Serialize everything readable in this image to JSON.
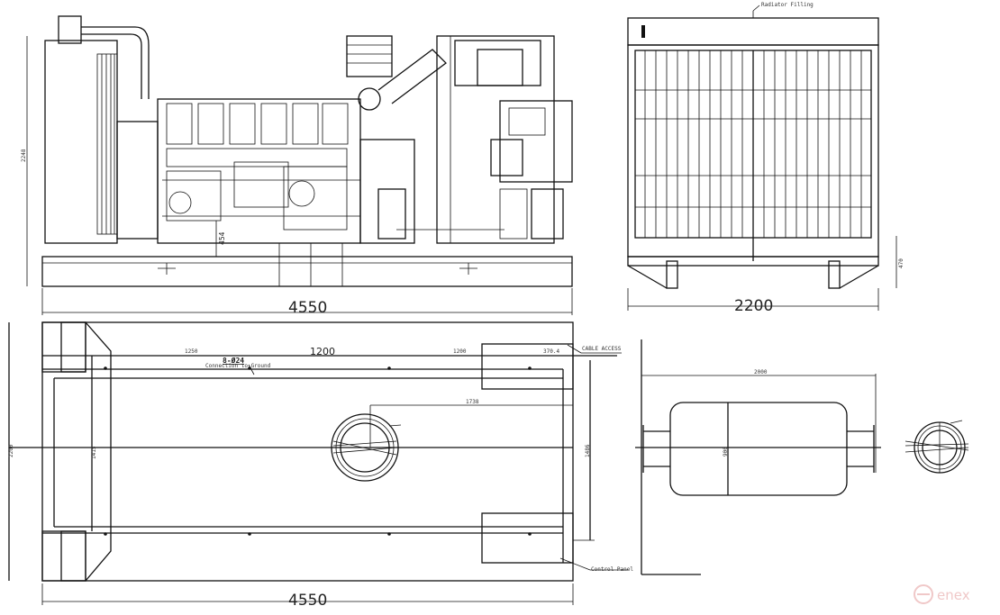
{
  "side_view": {
    "height_dim": "2248",
    "lift_dim": "454",
    "length_dim": "4550"
  },
  "front_view": {
    "radiator_label": "Radiator Filling",
    "width_dim": "2200",
    "base_dim": "470"
  },
  "plan_view": {
    "dims_top": [
      "1250",
      "1200",
      "1200",
      "370.4"
    ],
    "bolt_label": "8-Ø24",
    "ground_label": "Connection to Ground",
    "cable_label": "CABLE ACCESS",
    "exhaust_dim": "1738",
    "right_dim": "1486",
    "inner_width_dim": "1415",
    "overall_width_dim": "2200",
    "control_label": "Control Panel",
    "length_dim": "4550"
  },
  "muffler_view": {
    "length_dim": "2000",
    "diameter_dim": "900"
  },
  "watermark": "enex"
}
